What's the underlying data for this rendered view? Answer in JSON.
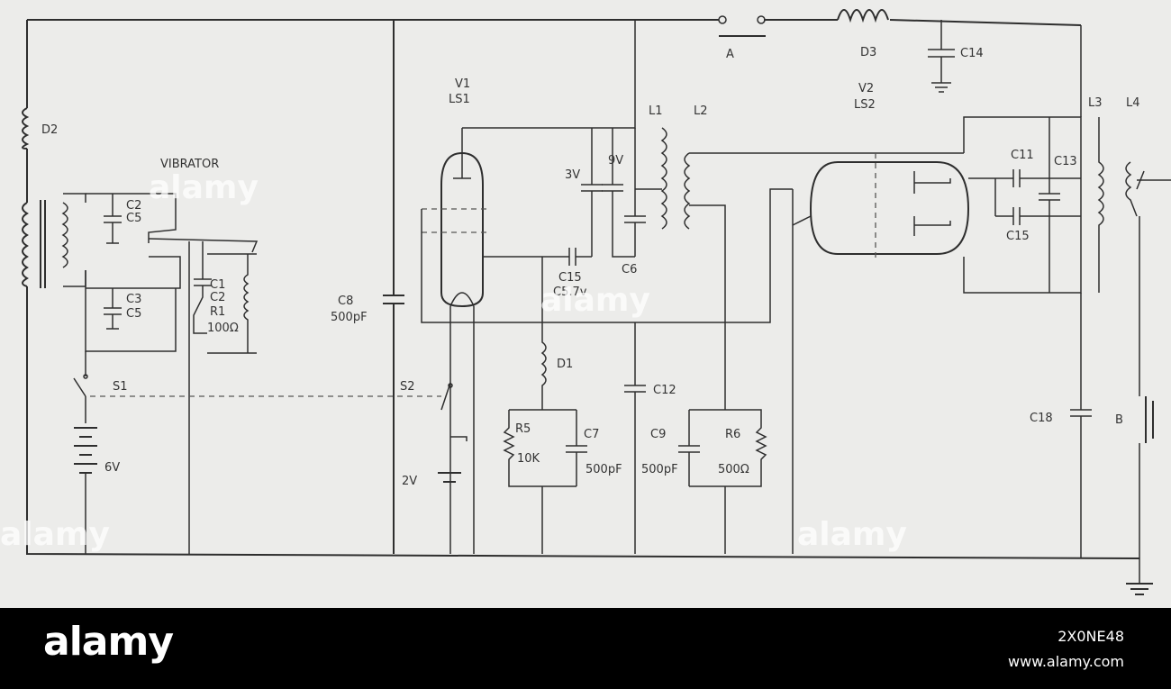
{
  "diagram": {
    "labels": {
      "D2": "D2",
      "vibrator": "VIBRATOR",
      "C2": "C2",
      "C5a": "C5",
      "C3": "C3",
      "C5b": "C5",
      "C1": "C1",
      "C2b": "C2",
      "R1": "R1",
      "R1_value": "100Ω",
      "S1": "S1",
      "battery_6v": "6V",
      "C8": "C8",
      "C8_value": "500pF",
      "V1": "V1",
      "LS1": "LS1",
      "S2": "S2",
      "battery_2v": "2V",
      "cap_3v": "3V",
      "cap_9v": "9V",
      "L1": "L1",
      "L2": "L2",
      "C6": "C6",
      "C15a": "C15",
      "C15a_value": "C5.7v",
      "D1": "D1",
      "R5": "R5",
      "R5_value": "10K",
      "C7": "C7",
      "C7_value": "500pF",
      "C12": "C12",
      "C9": "C9",
      "C9_value": "500pF",
      "R6": "R6",
      "R6_value": "500Ω",
      "switch_A": "A",
      "D3": "D3",
      "C14": "C14",
      "V2": "V2",
      "LS2": "LS2",
      "C11": "C11",
      "C13": "C13",
      "C15b": "C15",
      "L3": "L3",
      "L4": "L4",
      "C18": "C18",
      "B": "B"
    }
  },
  "watermark": "alamy",
  "footer": {
    "brand": "alamy",
    "image_id": "2X0NE48",
    "site": "www.alamy.com"
  }
}
